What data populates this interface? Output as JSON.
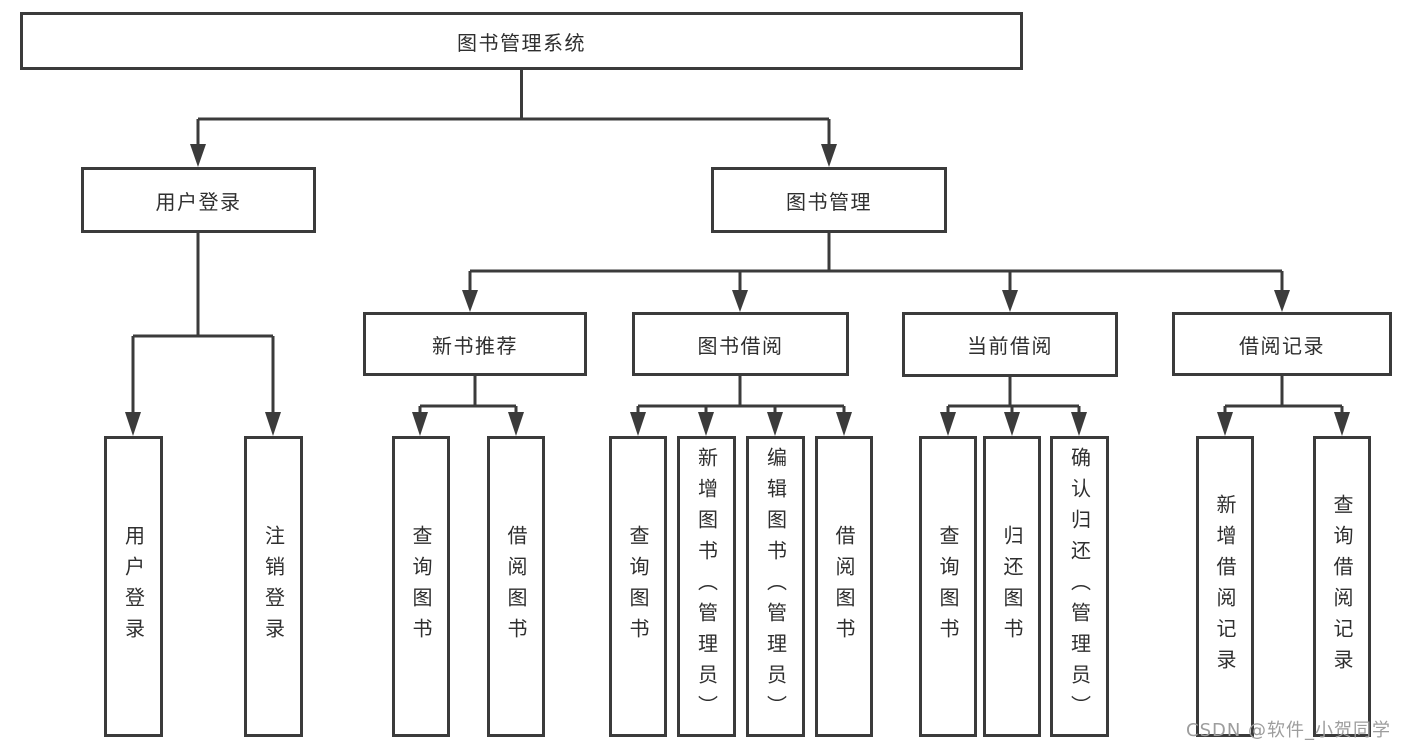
{
  "diagram_title": "图书管理系统",
  "tree": {
    "label": "图书管理系统",
    "children": [
      {
        "label": "用户登录",
        "children": [
          {
            "label": "用户登录"
          },
          {
            "label": "注销登录"
          }
        ]
      },
      {
        "label": "图书管理",
        "children": [
          {
            "label": "新书推荐",
            "children": [
              {
                "label": "查询图书"
              },
              {
                "label": "借阅图书"
              }
            ]
          },
          {
            "label": "图书借阅",
            "children": [
              {
                "label": "查询图书"
              },
              {
                "label": "新增图书（管理员）"
              },
              {
                "label": "编辑图书（管理员）"
              },
              {
                "label": "借阅图书"
              }
            ]
          },
          {
            "label": "当前借阅",
            "children": [
              {
                "label": "查询图书"
              },
              {
                "label": "归还图书"
              },
              {
                "label": "确认归还（管理员）"
              }
            ]
          },
          {
            "label": "借阅记录",
            "children": [
              {
                "label": "新增借阅记录"
              },
              {
                "label": "查询借阅记录"
              }
            ]
          }
        ]
      }
    ]
  },
  "watermark": {
    "text": "CSDN @软件_小贺同学",
    "color": "#9d9d9d"
  },
  "colors": {
    "line": "#3b3b3b",
    "box_border": "#3b3b3b",
    "text": "#2f2f2f",
    "background": "#ffffff"
  }
}
